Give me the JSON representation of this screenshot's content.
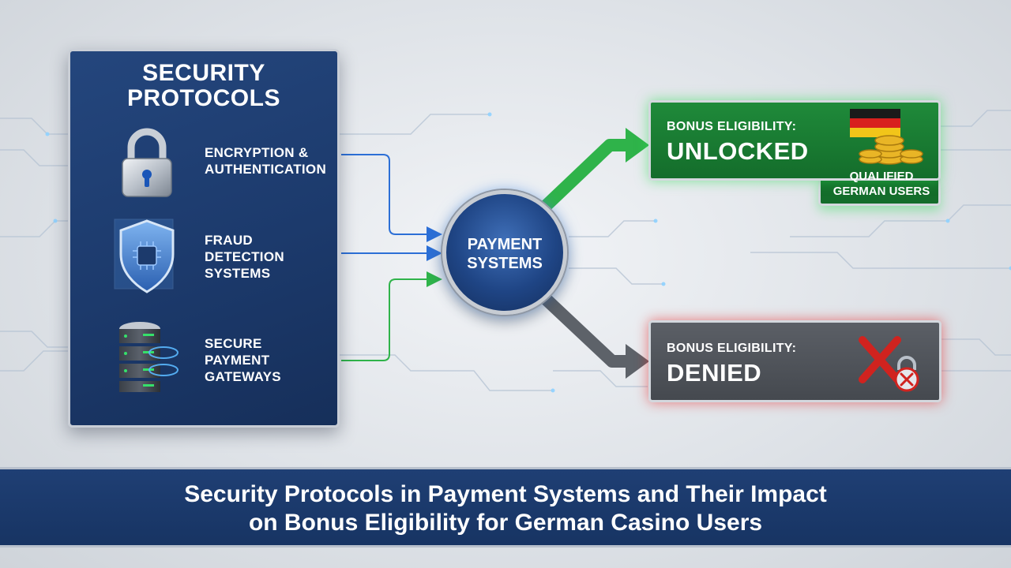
{
  "panel": {
    "title_line1": "SECURITY",
    "title_line2": "PROTOCOLS",
    "items": [
      {
        "icon": "padlock-icon",
        "line1": "ENCRYPTION &",
        "line2": "AUTHENTICATION",
        "line3": ""
      },
      {
        "icon": "shield-chip-icon",
        "line1": "FRAUD",
        "line2": "DETECTION",
        "line3": "SYSTEMS"
      },
      {
        "icon": "server-database-icon",
        "line1": "SECURE",
        "line2": "PAYMENT",
        "line3": "GATEWAYS"
      }
    ]
  },
  "hub": {
    "line1": "PAYMENT",
    "line2": "SYSTEMS"
  },
  "results": {
    "unlocked": {
      "sub": "BONUS ELIGIBILITY:",
      "main": "UNLOCKED",
      "note_line1": "QUALIFIED",
      "note_line2": "GERMAN USERS",
      "icon": "german-flag-coins-icon"
    },
    "denied": {
      "sub": "BONUS ELIGIBILITY:",
      "main": "DENIED",
      "icon": "red-x-locked-icon"
    }
  },
  "footer": {
    "line1": "Security Protocols in Payment Systems and Their Impact",
    "line2": "on Bonus Eligibility for German Casino Users"
  },
  "colors": {
    "panel_blue": "#1c3a6c",
    "unlocked_green": "#1f8a3a",
    "denied_gray": "#4f535a",
    "arrow_green": "#2fb34a",
    "arrow_gray": "#5d6269",
    "deny_red": "#d0231f"
  }
}
